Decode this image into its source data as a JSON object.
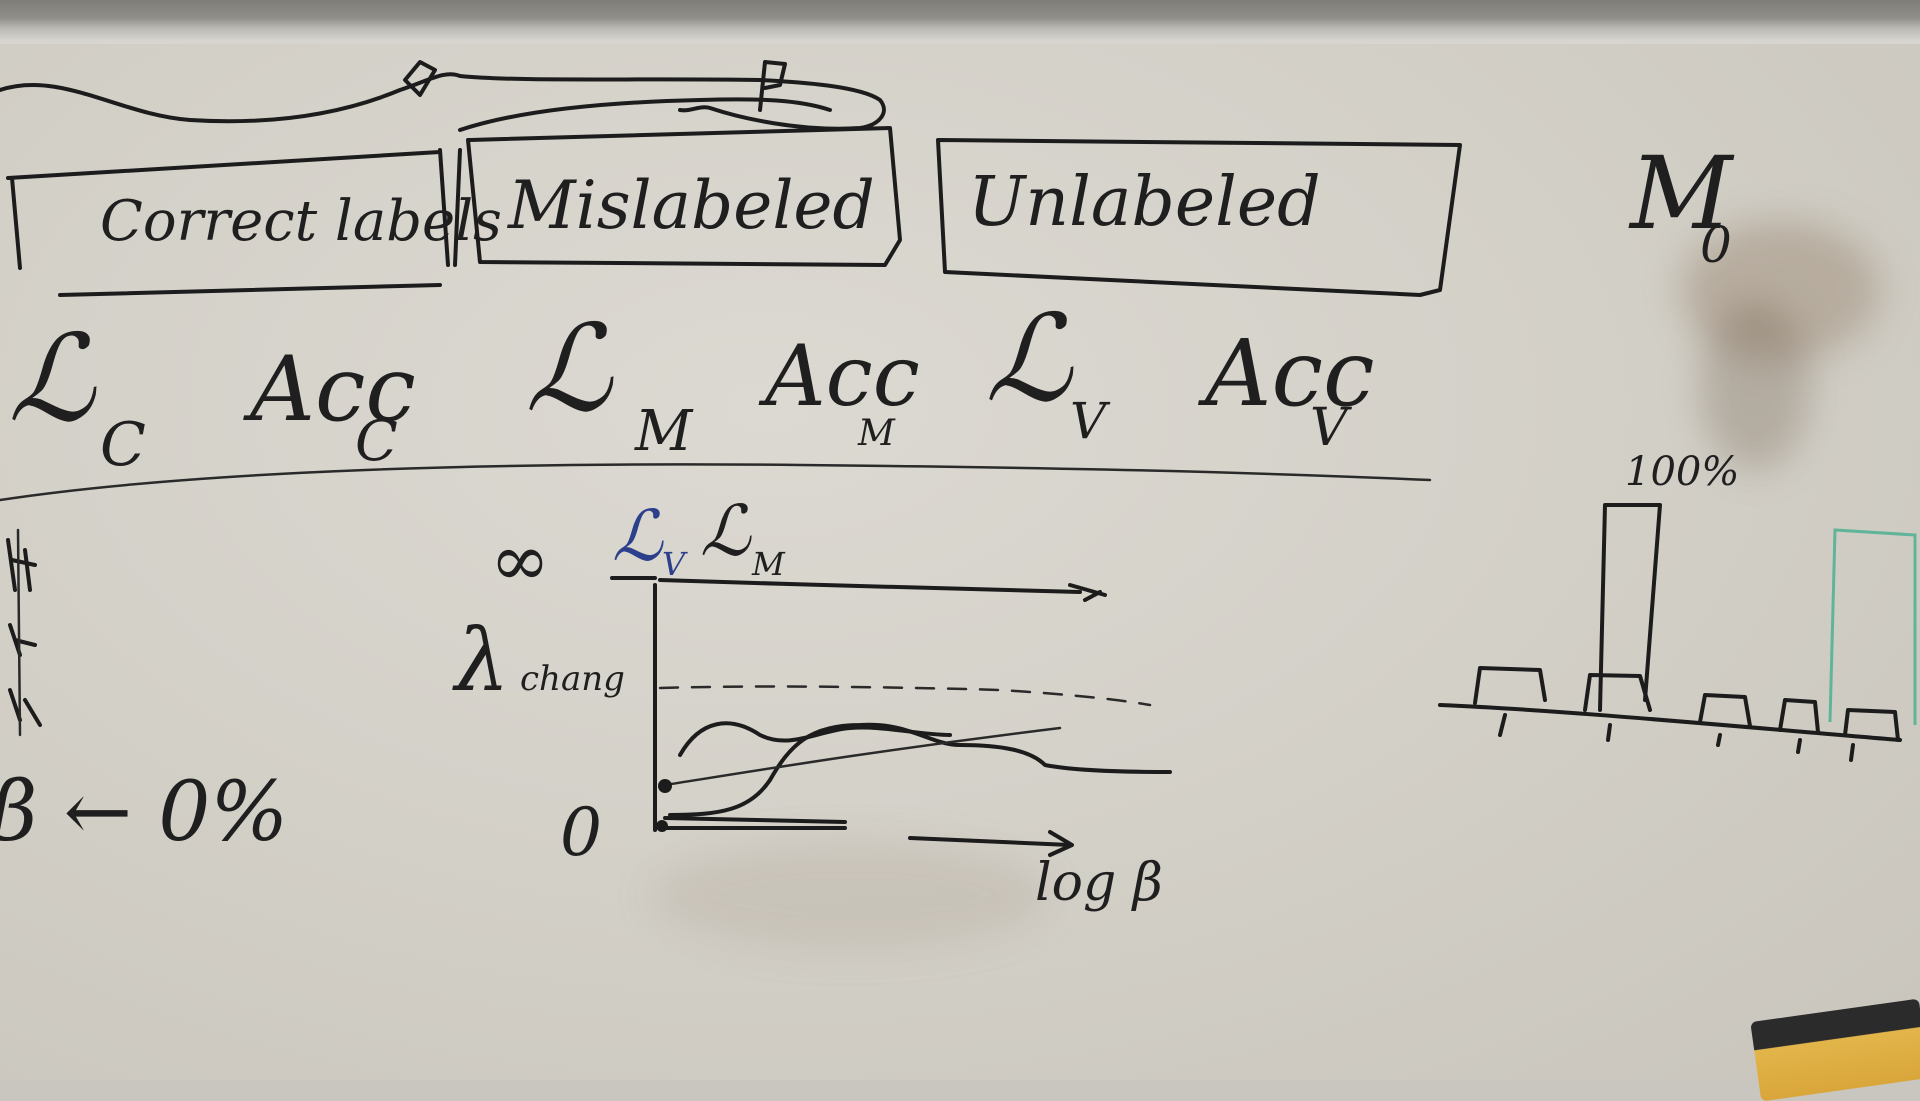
{
  "whiteboard": {
    "boxes": {
      "correct": "Correct labels",
      "mislabeled": "Mislabeled",
      "unlabeled": "Unlabeled"
    },
    "corner_label": {
      "base": "M",
      "sub": "0"
    },
    "metrics": {
      "loss_c_base": "ℒ",
      "loss_c_sub": "C",
      "acc_c_base": "Acc",
      "acc_c_sub": "C",
      "loss_m_base": "ℒ",
      "loss_m_sub": "M",
      "acc_m_base": "Acc",
      "acc_m_sub": "M",
      "loss_v_base": "ℒ",
      "loss_v_sub": "V",
      "acc_v_base": "Acc",
      "acc_v_sub": "V"
    },
    "graph": {
      "infinity": "∞",
      "lambda": "λ",
      "lambda_tail": "chang",
      "zero": "0",
      "top_lv_base": "ℒ",
      "top_lv_sub": "V",
      "top_lm_base": "ℒ",
      "top_lm_sub": "M",
      "x_axis_label": "log β",
      "left_text": "β ← 0%"
    },
    "histogram": {
      "peak_label": "100%"
    }
  },
  "colors": {
    "board": "#d4d1c9",
    "ink": "#1c1c1c",
    "blue_ink": "#2c3f8a",
    "teal_ink": "#5fb49a"
  }
}
